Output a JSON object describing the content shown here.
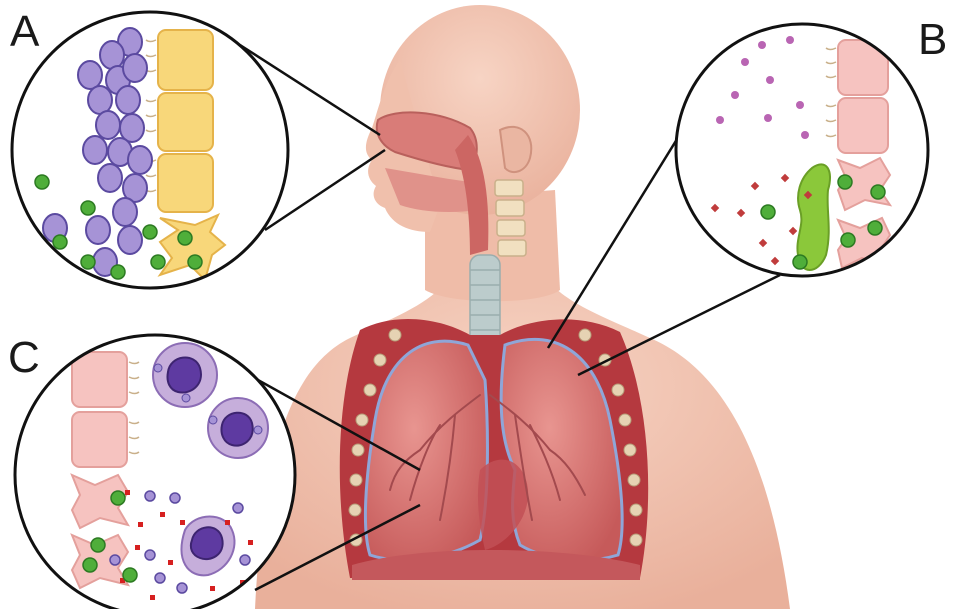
{
  "panels": {
    "a": {
      "letter": "A"
    },
    "b": {
      "letter": "B"
    },
    "c": {
      "letter": "C"
    }
  },
  "colors": {
    "skin": "#f3c6b4",
    "skin_shadow": "#e3a58f",
    "lung": "#d96f6a",
    "lung_dark": "#b8474a",
    "trachea": "#b9c9c9",
    "goblet_cell": "#f8d77a",
    "epithelial_cell": "#f6c3c0",
    "mucus_cell": "#a693d6",
    "virus": "#4fae3a",
    "mucus_gel": "#8bc83a",
    "cytokine_b": "#c03c3c",
    "particle_b": "#b965b3",
    "neutrophil": "#c6aedb",
    "neutrophil_nucleus": "#5e3aa1",
    "particle_c": "#d62020"
  }
}
